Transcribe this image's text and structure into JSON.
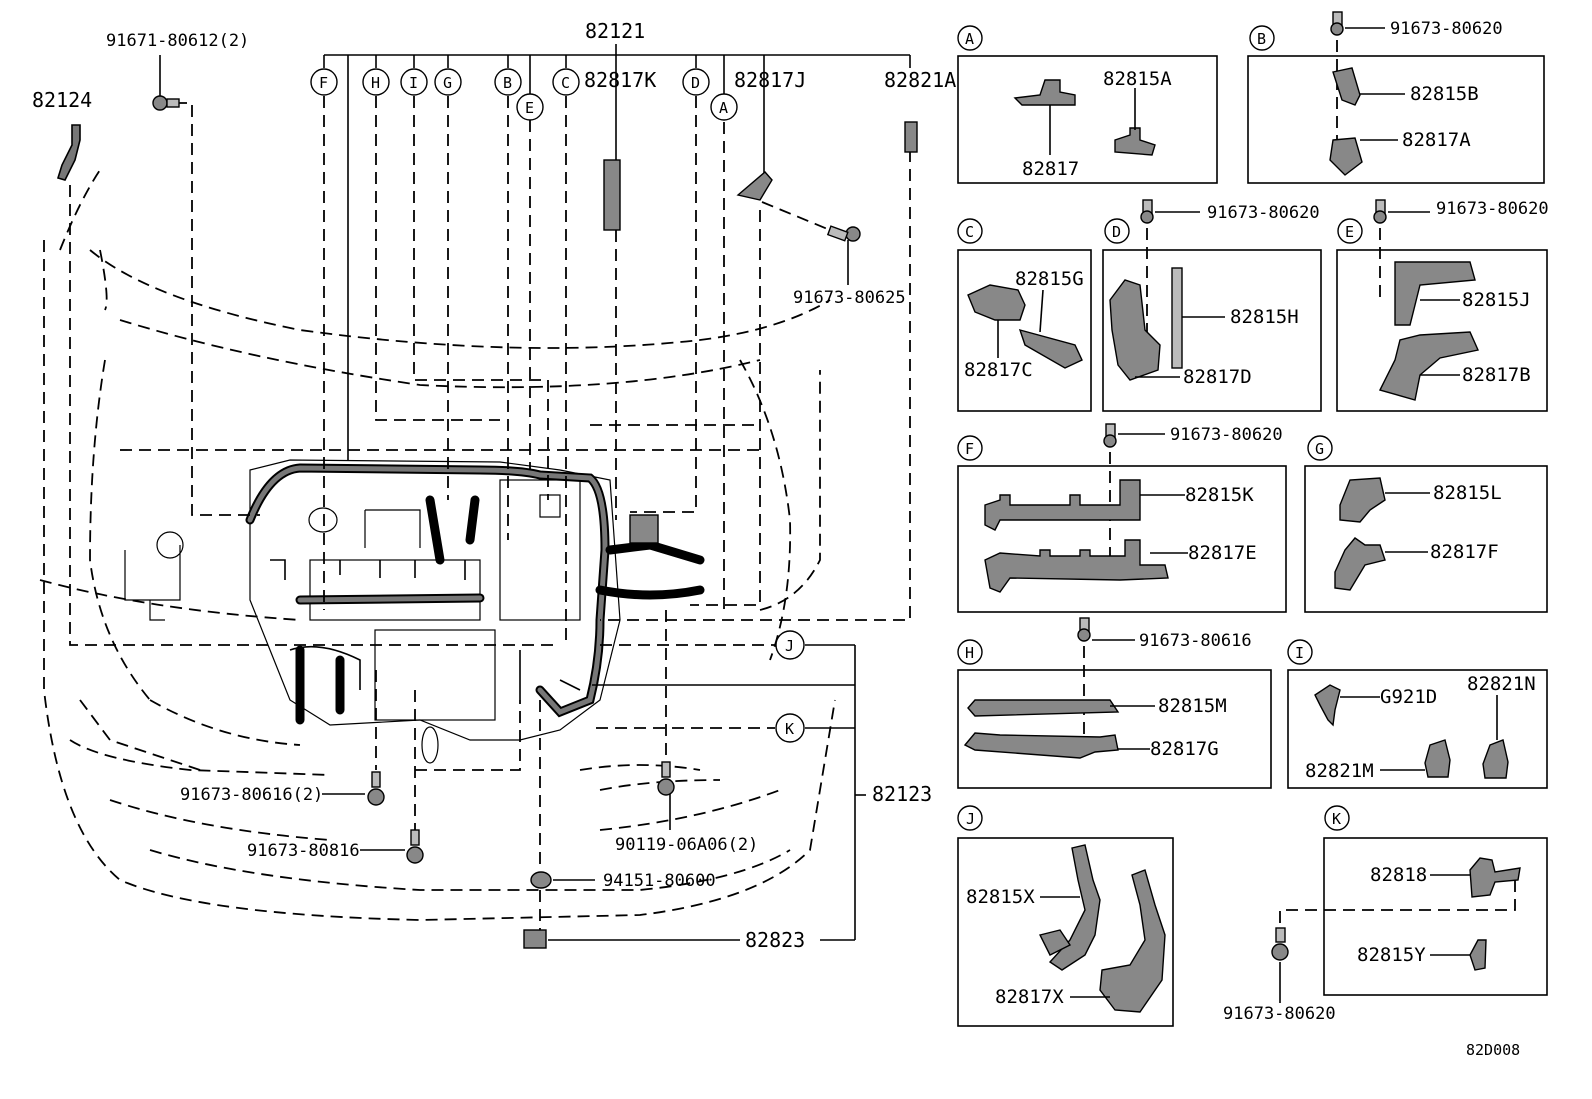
{
  "diagram_code": "82D008",
  "main_labels": {
    "harness": "82121",
    "sensor": "82124",
    "bolt_top_left": "91671-80612(2)",
    "p82817K": "82817K",
    "p82817J": "82817J",
    "p82821A": "82821A",
    "bolt_82817J": "91673-80625",
    "bolt_80616": "91673-80616(2)",
    "bolt_80816": "91673-80816",
    "bolt_06A06": "90119-06A06(2)",
    "clip_80600": "94151-80600",
    "p82823": "82823",
    "p82123": "82123"
  },
  "main_callouts": [
    "F",
    "H",
    "I",
    "G",
    "B",
    "E",
    "C",
    "D",
    "A",
    "J",
    "K"
  ],
  "detail_panels": {
    "A": {
      "letter": "A",
      "parts": [
        "82815A",
        "82817"
      ]
    },
    "B": {
      "letter": "B",
      "parts": [
        "91673-80620",
        "82815B",
        "82817A"
      ]
    },
    "C": {
      "letter": "C",
      "parts": [
        "82815G",
        "82817C"
      ]
    },
    "D": {
      "letter": "D",
      "parts": [
        "91673-80620",
        "82815H",
        "82817D"
      ]
    },
    "E": {
      "letter": "E",
      "parts": [
        "91673-80620",
        "82815J",
        "82817B"
      ]
    },
    "F": {
      "letter": "F",
      "parts": [
        "91673-80620",
        "82815K",
        "82817E"
      ]
    },
    "G": {
      "letter": "G",
      "parts": [
        "82815L",
        "82817F"
      ]
    },
    "H": {
      "letter": "H",
      "parts": [
        "91673-80616",
        "82815M",
        "82817G"
      ]
    },
    "I": {
      "letter": "I",
      "parts": [
        "G921D",
        "82821N",
        "82821M"
      ]
    },
    "J": {
      "letter": "J",
      "parts": [
        "82815X",
        "82817X"
      ]
    },
    "K": {
      "letter": "K",
      "parts": [
        "82818",
        "82815Y",
        "91673-80620"
      ]
    }
  }
}
